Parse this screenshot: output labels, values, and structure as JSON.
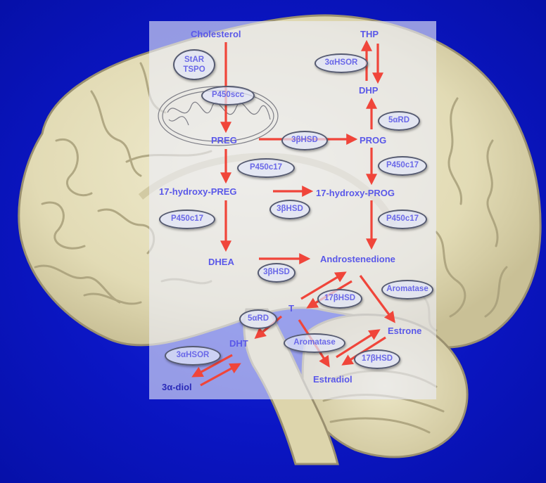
{
  "diagram": {
    "metabolites": {
      "cholesterol": "Cholesterol",
      "thp": "THP",
      "dhp": "DHP",
      "preg": "PREG",
      "prog": "PROG",
      "hydroxy_preg": "17-hydroxy-PREG",
      "hydroxy_prog": "17-hydroxy-PROG",
      "dhea": "DHEA",
      "androstenedione": "Androstenedione",
      "t": "T",
      "estrone": "Estrone",
      "dht": "DHT",
      "estradiol": "Estradiol",
      "diol": "3α-diol"
    },
    "enzymes": {
      "star": "StAR",
      "tspo": "TSPO",
      "p450scc": "P450scc",
      "hsd3_preg_prog": "3βHSD",
      "hsd3_hydroxy": "3βHSD",
      "hsd3_dhea": "3βHSD",
      "hsor_top": "3αHSOR",
      "rd5_top": "5αRD",
      "p450c17_left_top": "P450c17",
      "p450c17_right_top": "P450c17",
      "p450c17_left_mid": "P450c17",
      "p450c17_right_mid": "P450c17",
      "aromatase_right": "Aromatase",
      "hsd17_mid": "17βHSD",
      "rd5_bottom": "5αRD",
      "aromatase_bottom": "Aromatase",
      "hsd17_bottom": "17βHSD",
      "hsor_bottom": "3αHSOR"
    },
    "colors": {
      "arrow": "#f0453a",
      "label": "#5a58e8",
      "background": "#0a12c8",
      "panel": "#eceefa"
    }
  }
}
